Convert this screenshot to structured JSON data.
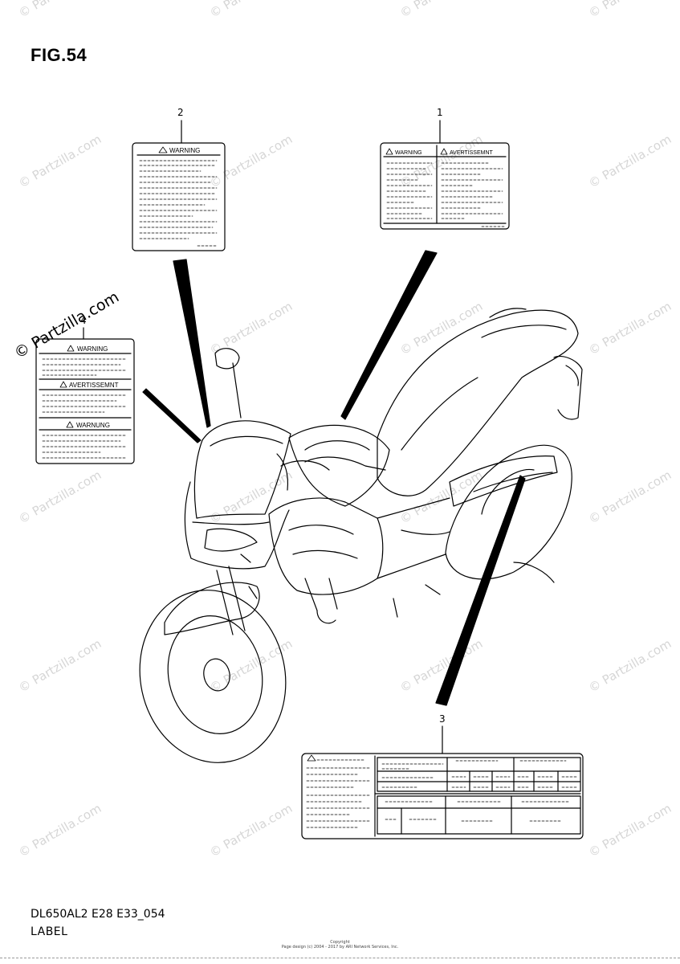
{
  "figure": {
    "title": "FIG.54"
  },
  "footer": {
    "code": "DL650AL2 E28 E33_054",
    "label": "LABEL"
  },
  "copyright": {
    "line1": "Copyright",
    "line2": "Page design (c) 2004 - 2017 by ARI Network Services, Inc."
  },
  "watermark": {
    "text": "© Partzilla.com"
  },
  "callouts": [
    {
      "number": "1"
    },
    {
      "number": "2"
    },
    {
      "number": "3"
    },
    {
      "number": "4"
    }
  ],
  "labels": {
    "label_1": {
      "warning": "WARNING",
      "avertissement": "AVERTISSEMNT"
    },
    "label_2": {
      "warning": "WARNING"
    },
    "label_4": {
      "warning": "WARNING",
      "avertissement": "AVERTISSEMNT",
      "warnung": "WARNUNG"
    }
  }
}
